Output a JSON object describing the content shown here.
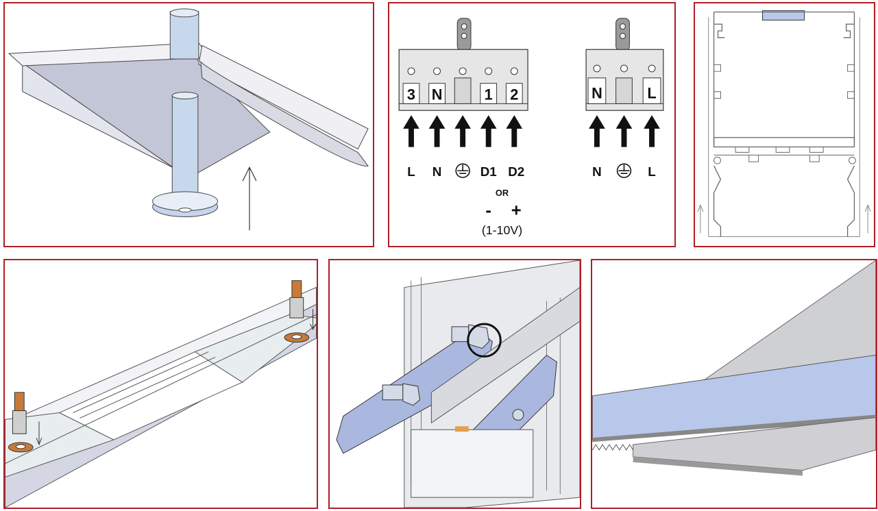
{
  "panels": {
    "rod": {
      "name": "rod-bracket-illustration"
    },
    "terminals": {
      "dim_block": {
        "slots": [
          "3",
          "N",
          "",
          "1",
          "2"
        ],
        "labels": [
          "L",
          "N",
          "",
          "D1",
          "D2"
        ],
        "or_text": "OR",
        "minus": "-",
        "plus": "+",
        "range": "(1-10V)"
      },
      "basic_block": {
        "slots": [
          "N",
          "",
          "L"
        ],
        "labels": [
          "N",
          "",
          "L"
        ]
      },
      "ground_icon": "ground-symbol-icon",
      "connector_icon": "cable-clamp-icon"
    },
    "profile": {
      "name": "profile-cross-section"
    },
    "screws": {
      "name": "screw-mounting-illustration"
    },
    "joiner": {
      "name": "joiner-plate-illustration"
    },
    "saw": {
      "name": "saw-cutting-illustration"
    }
  },
  "colors": {
    "border": "#b01e23",
    "blue": "#b8c8ea",
    "grey": "#d0d0d4",
    "brass": "#c87a3a"
  }
}
